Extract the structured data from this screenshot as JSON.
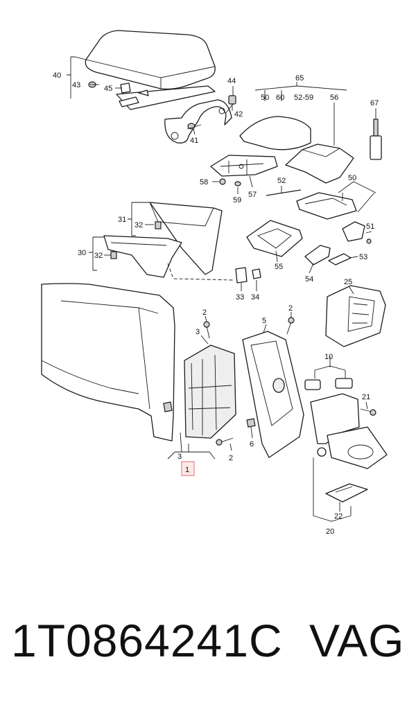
{
  "callouts": {
    "c1": "1",
    "c2a": "2",
    "c2b": "2",
    "c2c": "2",
    "c3a": "3",
    "c3b": "3",
    "c5": "5",
    "c6": "6",
    "c10": "10",
    "c20": "20",
    "c21": "21",
    "c22": "22",
    "c25": "25",
    "c30": "30",
    "c31": "31",
    "c32a": "32",
    "c32b": "32",
    "c33": "33",
    "c34": "34",
    "c40": "40",
    "c41": "41",
    "c42": "42",
    "c43": "43",
    "c44": "44",
    "c45": "45",
    "c50a": "50",
    "c50b": "50",
    "c51": "51",
    "c52a": "52",
    "c52b": "52-59",
    "c53": "53",
    "c54": "54",
    "c55": "55",
    "c56": "56",
    "c57": "57",
    "c58": "58",
    "c59": "59",
    "c60": "60",
    "c65": "65",
    "c67": "67"
  },
  "footer": {
    "part_number": "1T0864241C",
    "brand": "VAG"
  },
  "colors": {
    "highlight_fill": "#fde7e7",
    "highlight_stroke": "#e06c6c",
    "line": "#1a1a1a"
  }
}
